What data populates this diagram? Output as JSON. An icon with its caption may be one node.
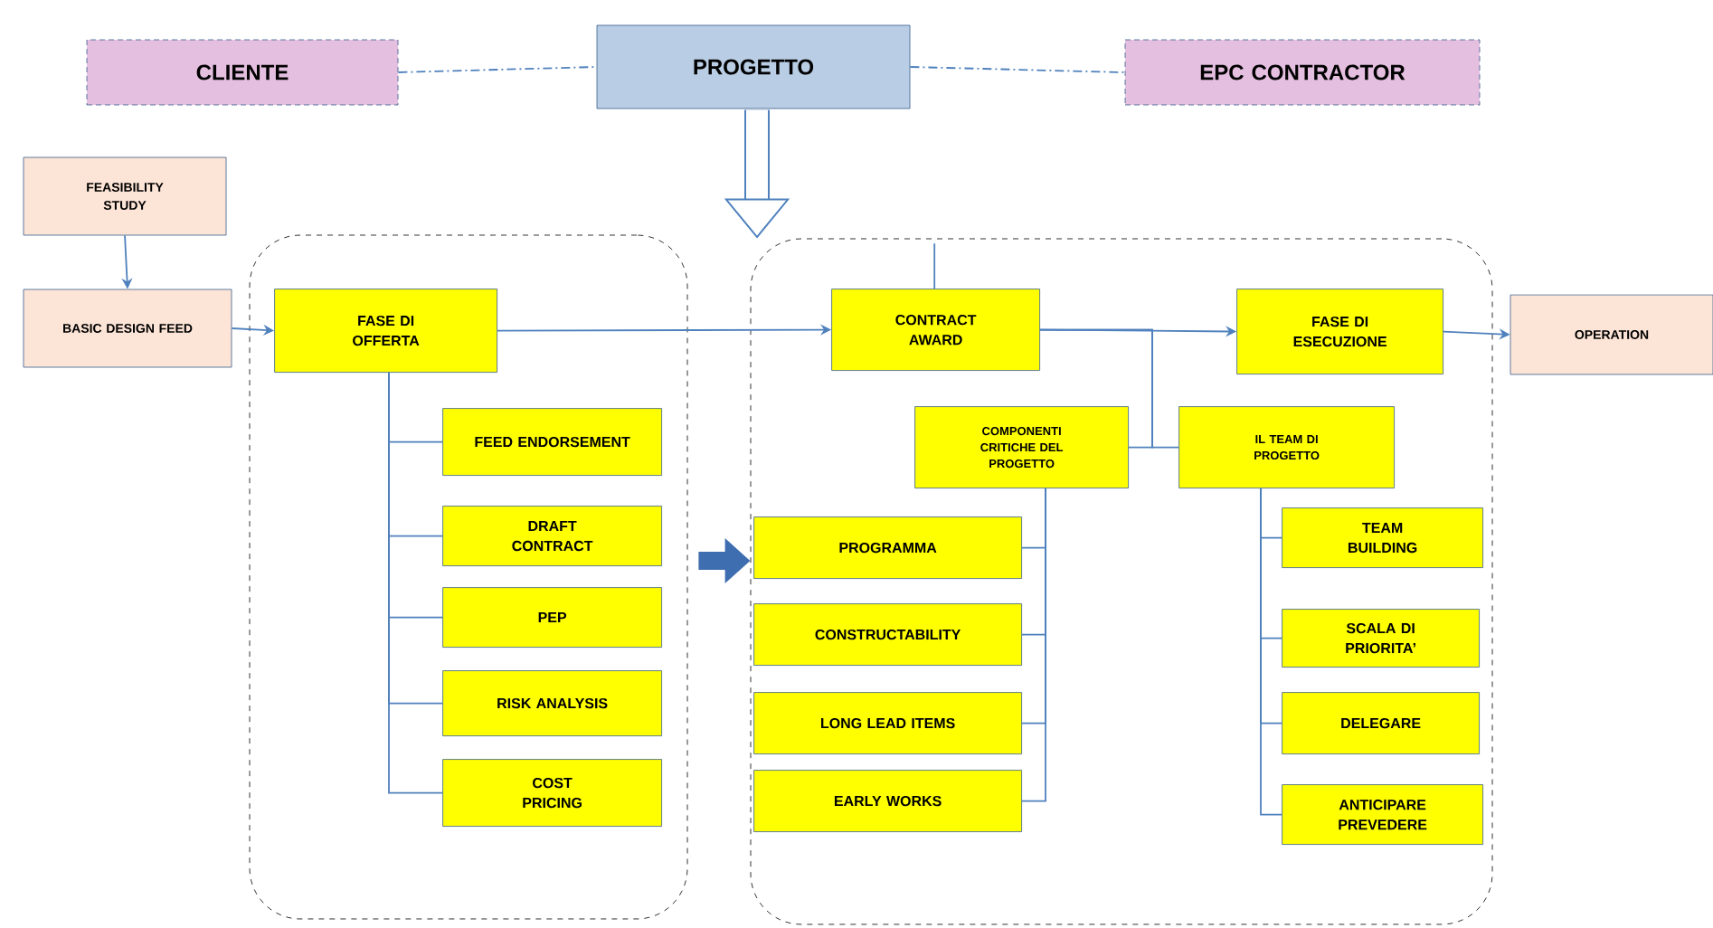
{
  "diagram": {
    "nodes": [
      {
        "text": [
          "CLIENTE"
        ]
      },
      {
        "text": [
          "PROGETTO"
        ]
      },
      {
        "text": [
          "EPC CONTRACTOR"
        ]
      },
      {
        "text": [
          "FEASIBILITY STUDY"
        ]
      },
      {
        "text": [
          "BASIC DESIGN FEED"
        ]
      },
      {
        "text": [],
        "shape": "box"
      },
      {
        "text": [
          "FASE DI OFFERTA"
        ],
        "in": 5
      },
      {
        "text": [
          "FEED ENDORSEMENT"
        ],
        "in": 5
      },
      {
        "text": [
          "DRAFT CONTRACT"
        ],
        "in": 5
      },
      {
        "text": [
          "PEP"
        ],
        "in": 5
      },
      {
        "text": [
          "RISK   ANALYSIS"
        ],
        "in": 5
      },
      {
        "text": [
          "COST PRICING"
        ],
        "in": 5
      },
      {
        "text": [],
        "shape": "box"
      },
      {
        "text": [
          "CONTRACT AWARD"
        ],
        "in": 12
      },
      {
        "text": [
          "FASE DI ESECUZIONE"
        ],
        "in": 12
      },
      {
        "text": [
          "OPERATION"
        ]
      },
      {
        "text": [
          "COMPONENTI CRITICHE DEL PROGETTO"
        ],
        "in": 12
      },
      {
        "text": [
          "IL TEAM DI PROGETTO"
        ],
        "in": 12
      },
      {
        "text": [
          "PROGRAMMA"
        ],
        "in": 12
      },
      {
        "text": [
          "CONSTRUCTABILITY"
        ],
        "in": 12
      },
      {
        "text": [
          "LONG  LEAD ITEMS"
        ],
        "in": 12
      },
      {
        "text": [
          "EARLY WORKS"
        ],
        "in": 12
      },
      {
        "text": [
          "TEAM BUILDING"
        ],
        "in": 12
      },
      {
        "text": [
          "SCALA DI PRIORITA’"
        ],
        "in": 12
      },
      {
        "text": [
          "DELEGARE"
        ],
        "in": 12
      },
      {
        "text": [
          "ANTICIPARE PREVEDERE"
        ],
        "in": 12
      }
    ],
    "edges": [
      {
        "from": 0,
        "to": 1,
        "arrow": "none",
        "style": "dashed"
      },
      {
        "from": 1,
        "to": 2,
        "arrow": "none",
        "style": "dashed"
      },
      {
        "from": 1,
        "to": 12,
        "arrow": "to",
        "style": "thick"
      },
      {
        "from": 3,
        "to": 4,
        "arrow": "to"
      },
      {
        "from": 4,
        "to": 6,
        "arrow": "to"
      },
      {
        "from": 6,
        "to": 13,
        "arrow": "to"
      },
      {
        "from": null,
        "to": 13,
        "arrow": "none"
      },
      {
        "from": 6,
        "to": 7,
        "arrow": "none"
      },
      {
        "from": 6,
        "to": 8,
        "arrow": "none"
      },
      {
        "from": 6,
        "to": 9,
        "arrow": "none"
      },
      {
        "from": 6,
        "to": 10,
        "arrow": "none"
      },
      {
        "from": 6,
        "to": 11,
        "arrow": "none"
      },
      {
        "from": 5,
        "to": 12,
        "arrow": "to",
        "style": "thick",
        "color": "#3e6db0"
      },
      {
        "from": 13,
        "to": 14,
        "arrow": "to"
      },
      {
        "from": 14,
        "to": 15,
        "arrow": "to"
      },
      {
        "from": 13,
        "to": 16,
        "arrow": "none"
      },
      {
        "from": 13,
        "to": 17,
        "arrow": "none"
      },
      {
        "from": 16,
        "to": 18,
        "arrow": "none"
      },
      {
        "from": 16,
        "to": 19,
        "arrow": "none"
      },
      {
        "from": 16,
        "to": 20,
        "arrow": "none"
      },
      {
        "from": 16,
        "to": 21,
        "arrow": "none"
      },
      {
        "from": 17,
        "to": 22,
        "arrow": "none"
      },
      {
        "from": 17,
        "to": 23,
        "arrow": "none"
      },
      {
        "from": 17,
        "to": 24,
        "arrow": "none"
      },
      {
        "from": 17,
        "to": 25,
        "arrow": "none"
      }
    ]
  }
}
